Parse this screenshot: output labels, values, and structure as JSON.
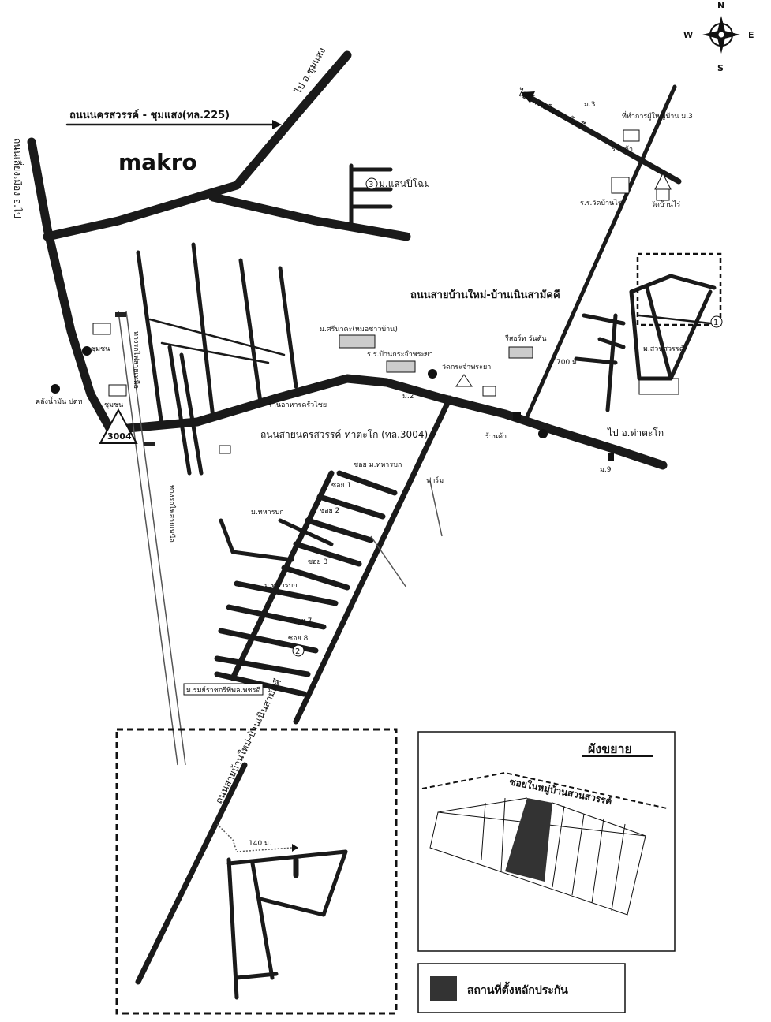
{
  "compass": {
    "n": "N",
    "s": "S",
    "e": "E",
    "w": "W"
  },
  "brand": {
    "makro": "makro"
  },
  "roads": {
    "road_225": "ถนนนครสวรรค์ - ชุมแสง(ทล.225)",
    "to_chumsaeng": "ไป อ.ชุมแสง",
    "road_3004": "ถนนสายนครสวรรค์-ท่าตะโก (ทล.3004)",
    "to_takhli": "ไป อ.ท่าตะโก",
    "road_banmai": "ถนนสายบ้านใหม่-บ้านเนินสามัคคี",
    "to_noen": "ไปบ้านเนินสามัคคี",
    "bypass_left": "ถนนเลี่ยงเมือง อ.ไป",
    "railway_north": "ทางรถไฟสายเหนือ",
    "railway_north2": "ทางรถไฟสายเหนือ",
    "highway_shield": "3004",
    "soi_thahan": "ซอย ม.ทหารบก"
  },
  "places": {
    "moo3": "ม.แสนปิ่โฉม",
    "village_office": "ที่ทำการผู้ใหญ่บ้าน ม.3",
    "shop1": "ร้านค้า",
    "school": "ร.ร.วัดบ้านไร่",
    "temple": "วัดบ้านไร่",
    "suan_sawan": "ม.สวนสวรรค์",
    "resort": "รีสอร์ท วันดัน",
    "university": "ม.ศรีนาคะ(หมอชาวบ้าน)",
    "kindergarten": "ร.ร.บ้านกระจำพระยา",
    "temple2": "วัดกระจำพระยา",
    "restaurant": "ร้านอาหารครัวไชย",
    "shop2": "ร้านค้า",
    "community1": "ชุมชน",
    "community2": "ชุมชน",
    "gas_station": "คลังน้ำมัน ปตท",
    "thahan_village": "ม.ทหารบก",
    "thahan_village2": "ม.ทหารบก",
    "ratchakrit": "ม.รมย์ราชกรีพีพลเพชรดี",
    "moo9": "ม.9",
    "moo3b": "ม.3",
    "moo2": "ม.2",
    "farm": "ฟาร์ม",
    "soi1": "ซอย 1",
    "soi2": "ซอย 2",
    "soi3": "ซอย 3",
    "soi7": "ซอย 7",
    "soi8": "ซอย 8",
    "dist": "700 ม."
  },
  "markers": {
    "m1": "1",
    "m2": "2",
    "m3": "3"
  },
  "inset": {
    "road": "ถนนสายบ้านใหม่-บ้านเนินสามัคคี",
    "dist": "140 ม."
  },
  "plan": {
    "title": "ผังขยาย",
    "soi": "ซอยในหมู่บ้านสวนสวรรค์"
  },
  "legend": {
    "label": "สถานที่ตั้งหลักประกัน",
    "color": "#333333"
  }
}
